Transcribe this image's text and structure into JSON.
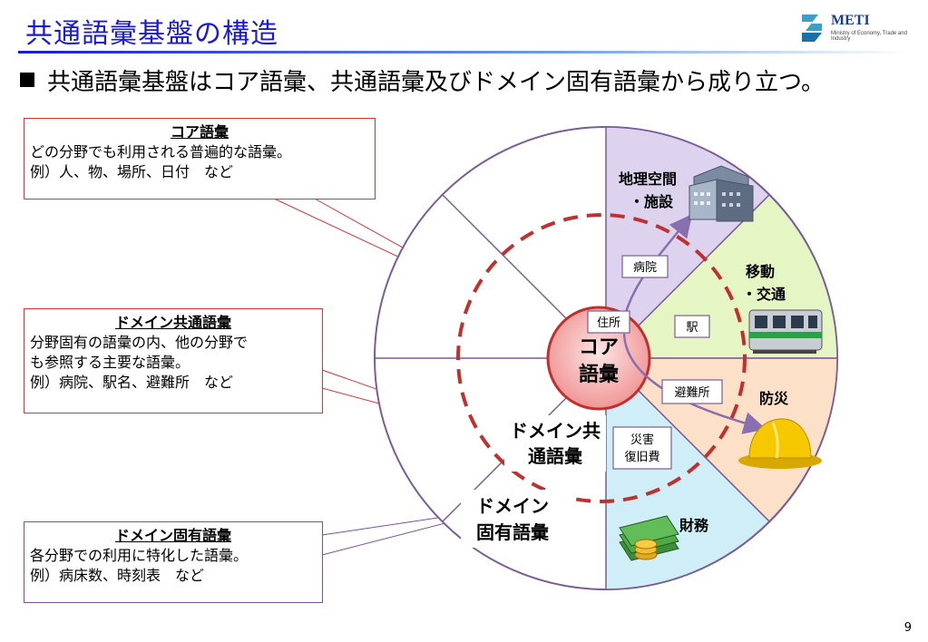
{
  "header": {
    "title": "共通語彙基盤の構造",
    "logo_text": "METI",
    "logo_sub": "Ministry of Economy, Trade and Industry"
  },
  "bullet": "共通語彙基盤はコア語彙、共通語彙及びドメイン固有語彙から成り立つ。",
  "boxes": {
    "core": {
      "heading": "コア語彙",
      "line1": "どの分野でも利用される普遍的な語彙。",
      "line2": "例）人、物、場所、日付　など"
    },
    "domain_common": {
      "heading": "ドメイン共通語彙",
      "line1": "分野固有の語彙の内、他の分野で",
      "line2": "も参照する主要な語彙。",
      "line3": "例）病院、駅名、避難所　など"
    },
    "domain_specific": {
      "heading": "ドメイン固有語彙",
      "line1": "各分野での利用に特化した語彙。",
      "line2": "例）病床数、時刻表　など"
    }
  },
  "diagram": {
    "core_label_1": "コア",
    "core_label_2": "語彙",
    "ring_label_1": "ドメイン共",
    "ring_label_2": "通語彙",
    "outer_label_1": "ドメイン",
    "outer_label_2": "固有語彙",
    "domains": {
      "geo": {
        "line1": "地理空間",
        "line2": "・施設"
      },
      "transport": {
        "line1": "移動",
        "line2": "・交通"
      },
      "disaster": {
        "line1": "防災"
      },
      "finance": {
        "line1": "財務"
      }
    },
    "tags": {
      "address": "住所",
      "hospital": "病院",
      "station": "駅",
      "shelter": "避難所",
      "recovery_1": "災害",
      "recovery_2": "復旧費"
    },
    "colors": {
      "geo": "#ddd3ee",
      "transport": "#e6f5c4",
      "disaster": "#fde0c8",
      "finance": "#cfeef8",
      "ring_dash": "#c0302e",
      "core_fill": "#f6b3b3",
      "outline": "#7a5d96"
    }
  },
  "page_number": "9"
}
